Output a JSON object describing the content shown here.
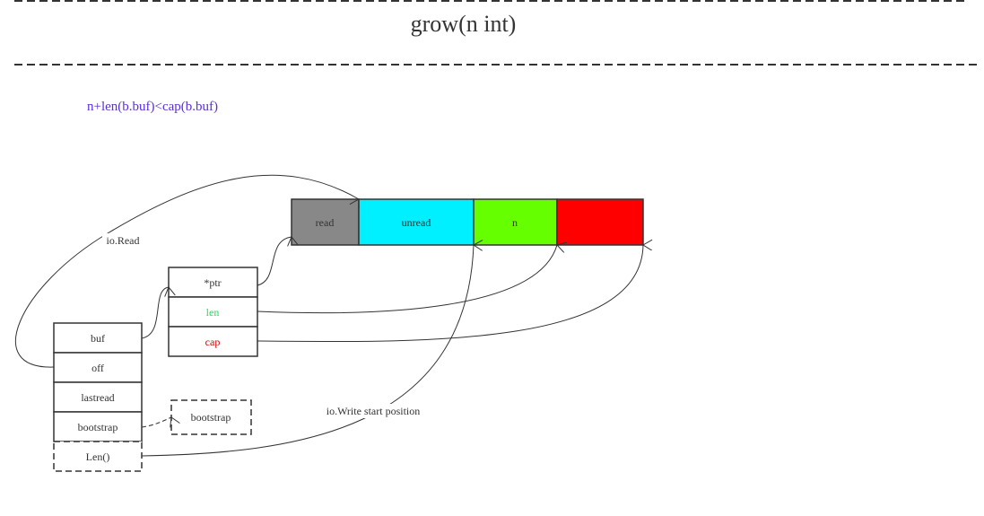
{
  "title": "grow(n int)",
  "condition": "n+len(b.buf)<cap(b.buf)",
  "buffer_segments": [
    {
      "label": "read",
      "color": "#888888",
      "text_color": "#333333"
    },
    {
      "label": "unread",
      "color": "#00f0ff",
      "text_color": "#333333"
    },
    {
      "label": "n",
      "color": "#66ff00",
      "text_color": "#333333"
    },
    {
      "label": "",
      "color": "#ff0000",
      "text_color": "#333333"
    }
  ],
  "slice_header": [
    {
      "label": "*ptr",
      "color": "#333333"
    },
    {
      "label": "len",
      "color": "#22dd55"
    },
    {
      "label": "cap",
      "color": "#cc0000"
    }
  ],
  "buffer_struct": [
    "buf",
    "off",
    "lastread",
    "bootstrap"
  ],
  "len_method": "Len()",
  "bootstrap_array": "bootstrap",
  "edge_labels": {
    "io_read": "io.Read",
    "io_write": "io.Write start position"
  }
}
